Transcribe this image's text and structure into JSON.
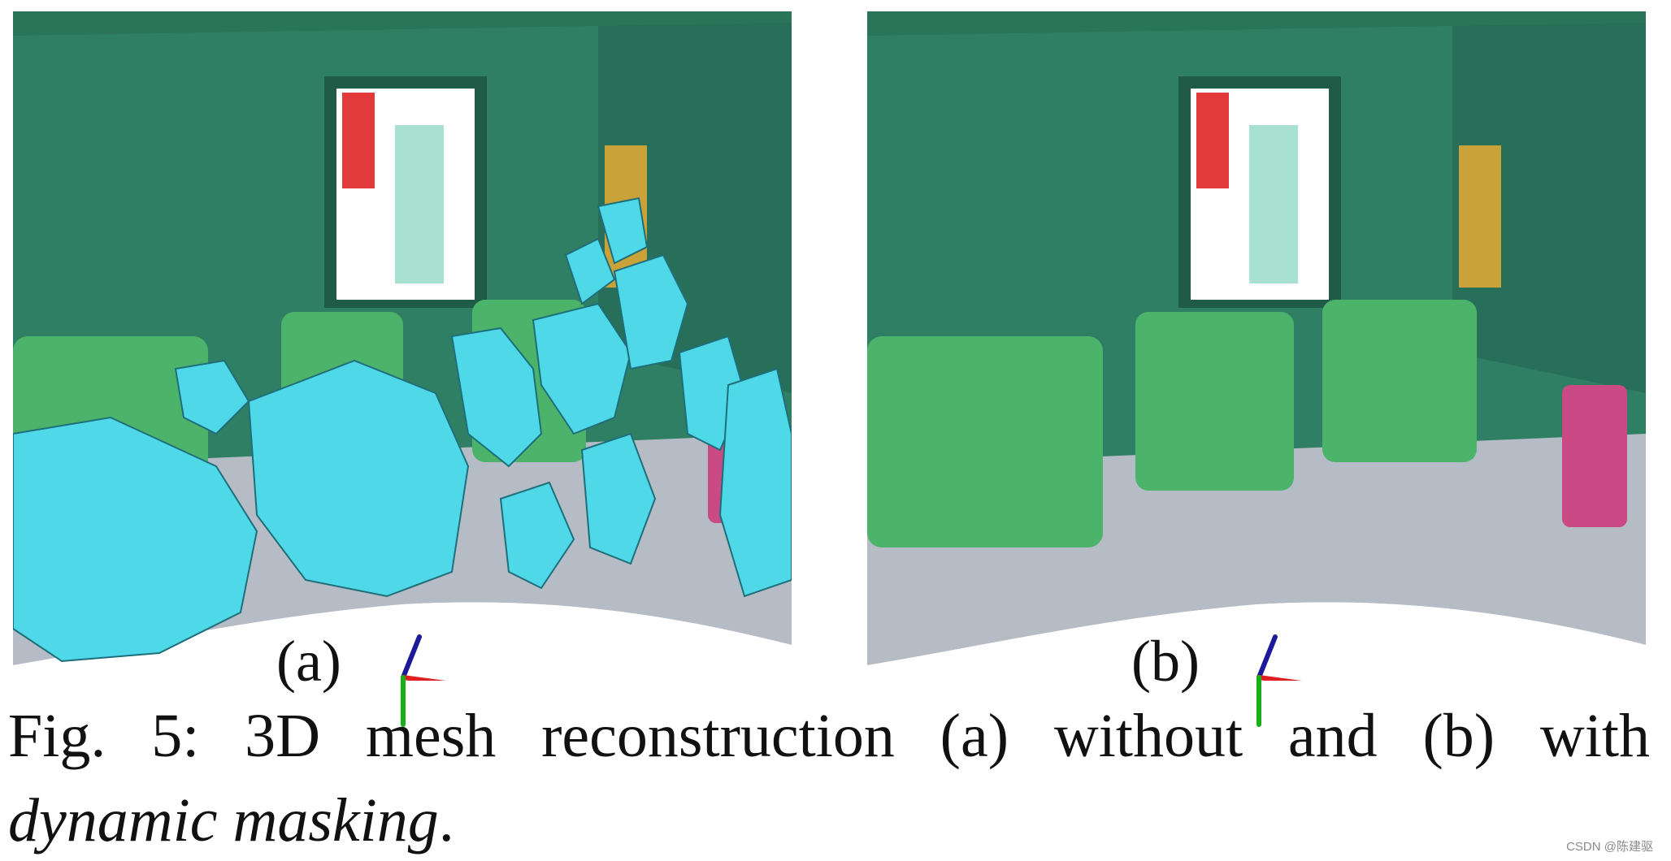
{
  "figure": {
    "panel_a_label": "(a)",
    "panel_b_label": "(b)",
    "caption_line1": "Fig. 5: 3D mesh reconstruction (a) without and (b) with",
    "caption_line2_italic": "dynamic masking",
    "caption_line2_suffix": "."
  },
  "watermark": "CSDN @陈建驱",
  "colors": {
    "wall": "#2f7f64",
    "wall_dark": "#246a52",
    "floor": "#b5bcc6",
    "sofa": "#4bb36a",
    "dynamic_person": "#4fd8e8",
    "red_door": "#e23a3a",
    "yellow_board": "#c9a23a",
    "pink_bin": "#c94a84",
    "axis_x": "#e02020",
    "axis_y": "#18b018",
    "axis_z": "#1a1a9a"
  }
}
